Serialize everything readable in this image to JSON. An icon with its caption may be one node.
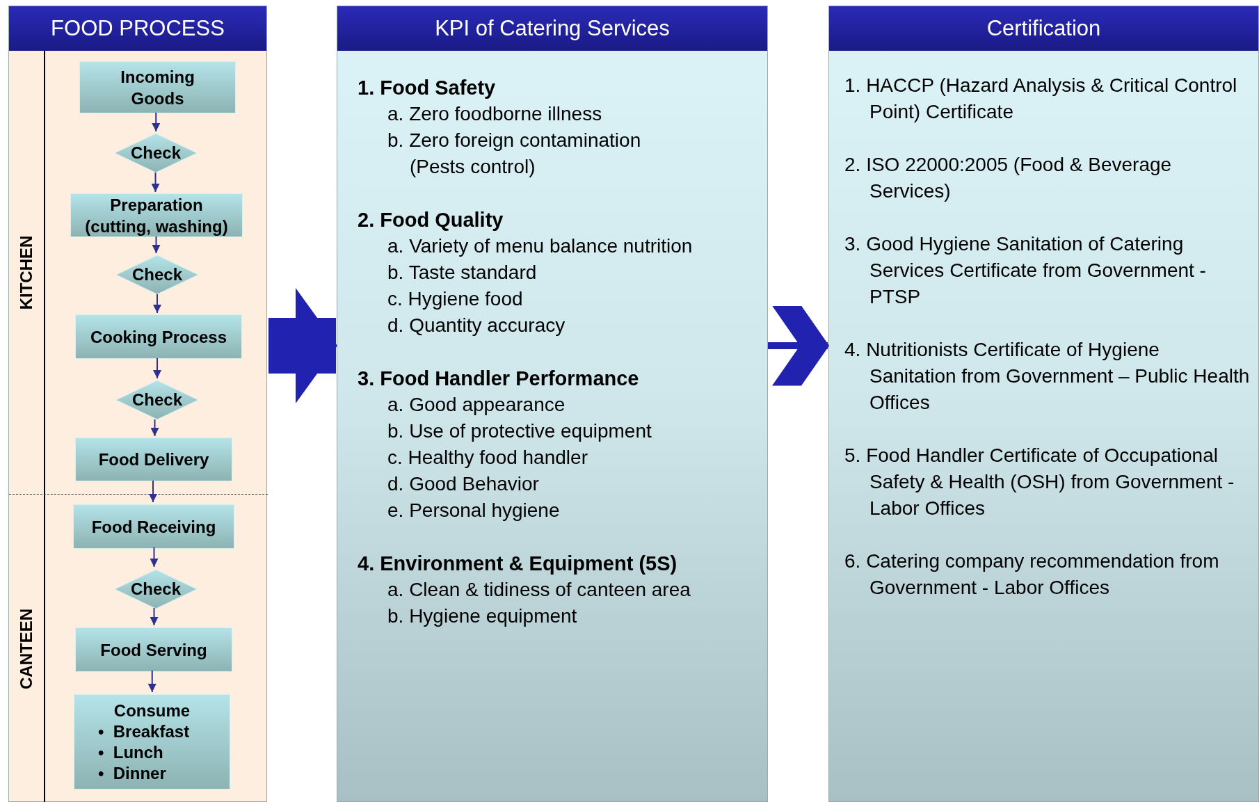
{
  "diagram": {
    "nodes": [
      {
        "text": [
          "FOOD PROCESS"
        ]
      },
      {
        "text": [
          "KITCHEN"
        ],
        "in": 0
      },
      {
        "text": [
          "CANTEEN"
        ],
        "in": 0
      },
      {
        "text": [
          "Incoming Goods"
        ],
        "in": 1
      },
      {
        "text": [
          "Check"
        ],
        "in": 1
      },
      {
        "text": [
          "Preparation (cutting, washing)"
        ],
        "in": 1
      },
      {
        "text": [
          "Check"
        ],
        "in": 1
      },
      {
        "text": [
          "Cooking Process"
        ],
        "in": 1
      },
      {
        "text": [
          "Check"
        ],
        "in": 1
      },
      {
        "text": [
          "Food Delivery"
        ],
        "in": 1
      },
      {
        "text": [
          "Food Receiving"
        ],
        "in": 2
      },
      {
        "text": [
          "Check"
        ],
        "in": 2
      },
      {
        "text": [
          "Food Serving"
        ],
        "in": 2
      },
      {
        "text": [
          "Consume",
          "•  Breakfast",
          "•  Lunch",
          "•  Dinner"
        ],
        "in": 2
      },
      {
        "text": [
          "KPI of Catering Services",
          "1.  Food Safety",
          "a. Zero foodborne illness",
          "b. Zero foreign contamination (Pests control)",
          "2. Food Quality",
          "a. Variety of menu balance nutrition",
          "b. Taste standard",
          "c.  Hygiene food",
          "d. Quantity accuracy",
          "3. Food Handler Performance",
          "a. Good appearance",
          "b. Use of protective equipment",
          "c. Healthy food handler",
          "d. Good Behavior",
          "e. Personal hygiene",
          "4. Environment & Equipment (5S)",
          "a. Clean & tidiness of canteen area",
          "b. Hygiene equipment"
        ]
      },
      {
        "text": [
          "Certification",
          "1.  HACCP (Hazard Analysis & Critical Control Point) Certificate",
          "2. ISO 22000:2005 (Food & Beverage Services)",
          "3. Good Hygiene Sanitation of Catering Services Certificate from Government - PTSP",
          "4. Nutritionists Certificate of Hygiene Sanitation from Government – Public Health Offices",
          "5. Food Handler Certificate of Occupational Safety & Health (OSH) from Government - Labor Offices",
          "6. Catering company recommendation from Government - Labor Offices"
        ]
      }
    ],
    "edges": [
      {
        "from": 3,
        "to": 4,
        "arrow": "to"
      },
      {
        "from": 4,
        "to": 5,
        "arrow": "to"
      },
      {
        "from": 5,
        "to": 6,
        "arrow": "to"
      },
      {
        "from": 6,
        "to": 7,
        "arrow": "to"
      },
      {
        "from": 7,
        "to": 8,
        "arrow": "to"
      },
      {
        "from": 8,
        "to": 9,
        "arrow": "to"
      },
      {
        "from": 9,
        "to": 10,
        "arrow": "to"
      },
      {
        "from": 10,
        "to": 11,
        "arrow": "to"
      },
      {
        "from": 11,
        "to": 12,
        "arrow": "to"
      },
      {
        "from": 12,
        "to": 13,
        "arrow": "to"
      },
      {
        "from": 0,
        "to": 14,
        "arrow": "to",
        "style": "thick"
      },
      {
        "from": 14,
        "to": 15,
        "arrow": "to",
        "style": "thick"
      }
    ]
  }
}
